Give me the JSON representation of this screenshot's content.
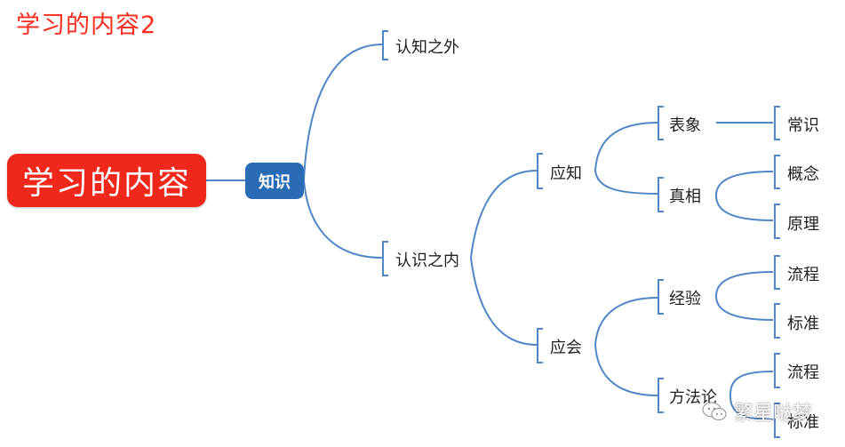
{
  "title": "学习的内容2",
  "root": "学习的内容",
  "knowledge": "知识",
  "outside": "认知之外",
  "inside": "认识之内",
  "should_know": "应知",
  "should_do": "应会",
  "appearance": "表象",
  "truth": "真相",
  "common_sense": "常识",
  "concept": "概念",
  "principle": "原理",
  "experience": "经验",
  "methodology": "方法论",
  "process_1": "流程",
  "standard_1": "标准",
  "process_2": "流程",
  "standard_2": "标准",
  "watermark": "繁星哒梦",
  "colors": {
    "title": "#ff2b1c",
    "root": "#f0281c",
    "knowledge": "#2a6bb5",
    "lines": "#4f86c6"
  }
}
